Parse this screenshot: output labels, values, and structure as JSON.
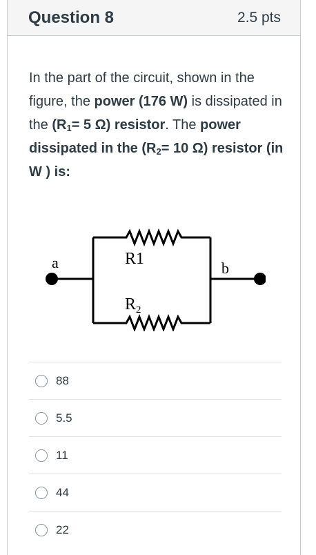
{
  "question": {
    "title": "Question 8",
    "points": "2.5 pts",
    "text": {
      "t1": "In the part of the circuit, shown in the figure, the ",
      "b1": "power (176 W)",
      "t2": " is dissipated in the ",
      "b2a": "(R",
      "b2sub": "1",
      "b2b": "= 5 Ω) resistor",
      "t3": ". The ",
      "b3a": "power dissipated in the (R",
      "b3sub": "2",
      "b3b": "= 10 Ω) resistor (in W ) is:"
    }
  },
  "circuit": {
    "label_a": "a",
    "label_b": "b",
    "label_r1": "R1",
    "label_r2_main": "R",
    "label_r2_sub": "2"
  },
  "answers": [
    {
      "label": "88"
    },
    {
      "label": "5.5"
    },
    {
      "label": "11"
    },
    {
      "label": "44"
    },
    {
      "label": "22"
    }
  ],
  "colors": {
    "text": "#2d3b45",
    "header_bg": "#f5f5f5",
    "border": "#c7cdd1"
  }
}
